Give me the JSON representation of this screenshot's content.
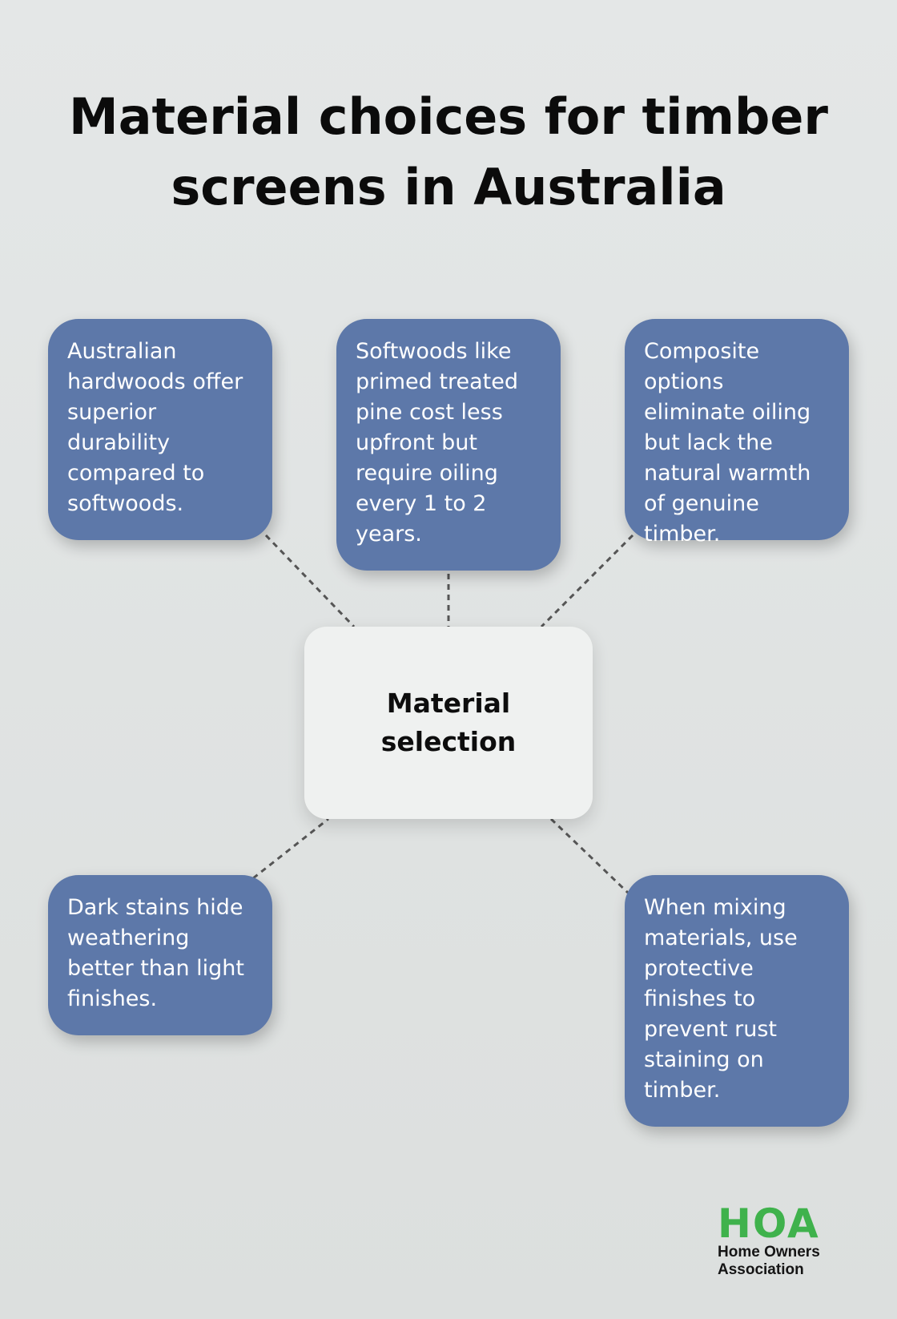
{
  "title": "Material choices for timber screens in Australia",
  "center": {
    "label": "Material selection"
  },
  "nodes": [
    {
      "text": "Australian hardwoods offer superior durability compared to softwoods."
    },
    {
      "text": "Softwoods like primed treated pine cost less upfront but require oiling every 1 to 2 years."
    },
    {
      "text": "Composite options eliminate oiling but lack the natural warmth of genuine timber."
    },
    {
      "text": "Dark stains hide weathering better than light finishes."
    },
    {
      "text": "When mixing materials, use protective finishes to prevent rust staining on timber."
    }
  ],
  "logo": {
    "mark": "HOA",
    "line1": "Home Owners",
    "line2": "Association"
  },
  "colors": {
    "node_fill": "#5d78a9",
    "center_fill": "#eff1f0",
    "connector": "#555555",
    "logo_green": "#3fb24c"
  }
}
